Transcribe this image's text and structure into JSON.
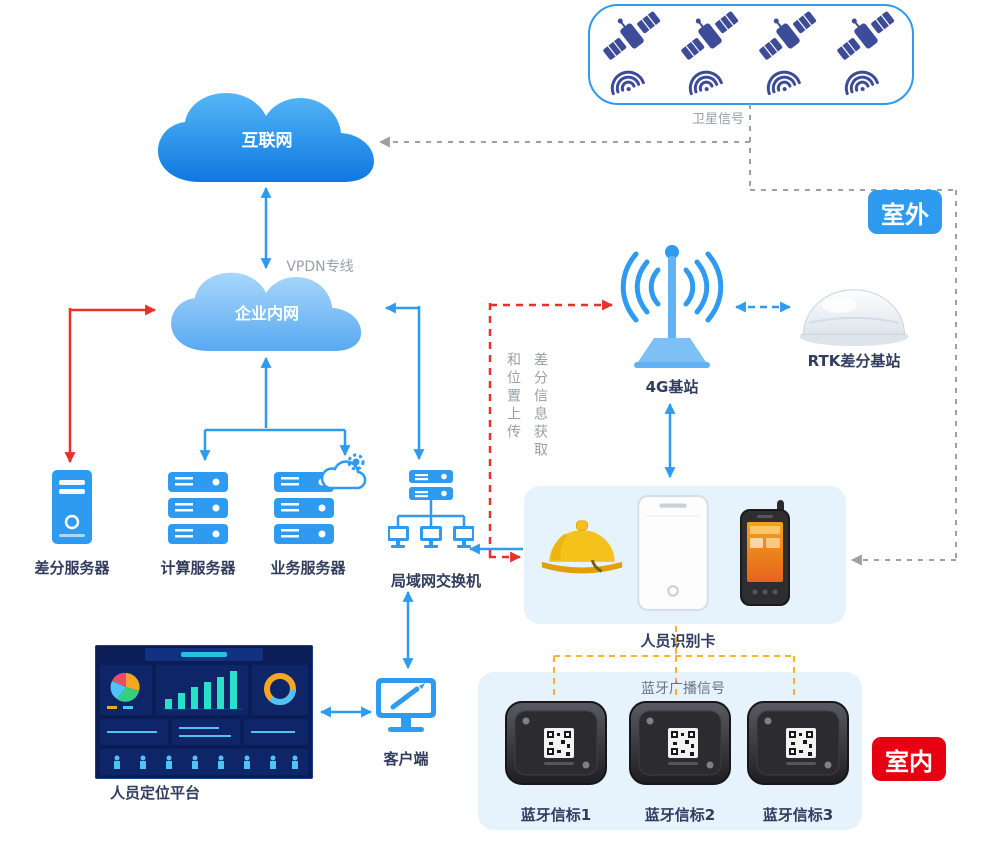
{
  "badges": {
    "outdoor": "室外",
    "indoor": "室内"
  },
  "clouds": {
    "internet": "互联网",
    "intranet": "企业内网"
  },
  "link_labels": {
    "vpdn": "VPDN专线",
    "satellite_signal": "卫星信号",
    "diff_info_fetch": "差分信息获取",
    "position_upload": "和位置上传",
    "bluetooth_broadcast": "蓝牙广播信号"
  },
  "nodes": {
    "diff_server": "差分服务器",
    "compute_server": "计算服务器",
    "business_server": "业务服务器",
    "lan_switch": "局域网交换机",
    "base_4g": "4G基站",
    "rtk_station": "RTK差分基站",
    "person_card": "人员识别卡",
    "client": "客户端",
    "platform": "人员定位平台",
    "beacon1": "蓝牙信标1",
    "beacon2": "蓝牙信标2",
    "beacon3": "蓝牙信标3"
  },
  "colors": {
    "accent_blue": "#2F9BF0",
    "red_line": "#E8312A",
    "gray_line": "#9AA0A6",
    "orange_line": "#FFB02E",
    "panel_bg": "#E6F3FC",
    "outdoor_badge": "#2F9BF0",
    "indoor_badge": "#E60012",
    "satellite_navy": "#3D4C99",
    "helmet_yellow": "#F5C21B"
  }
}
